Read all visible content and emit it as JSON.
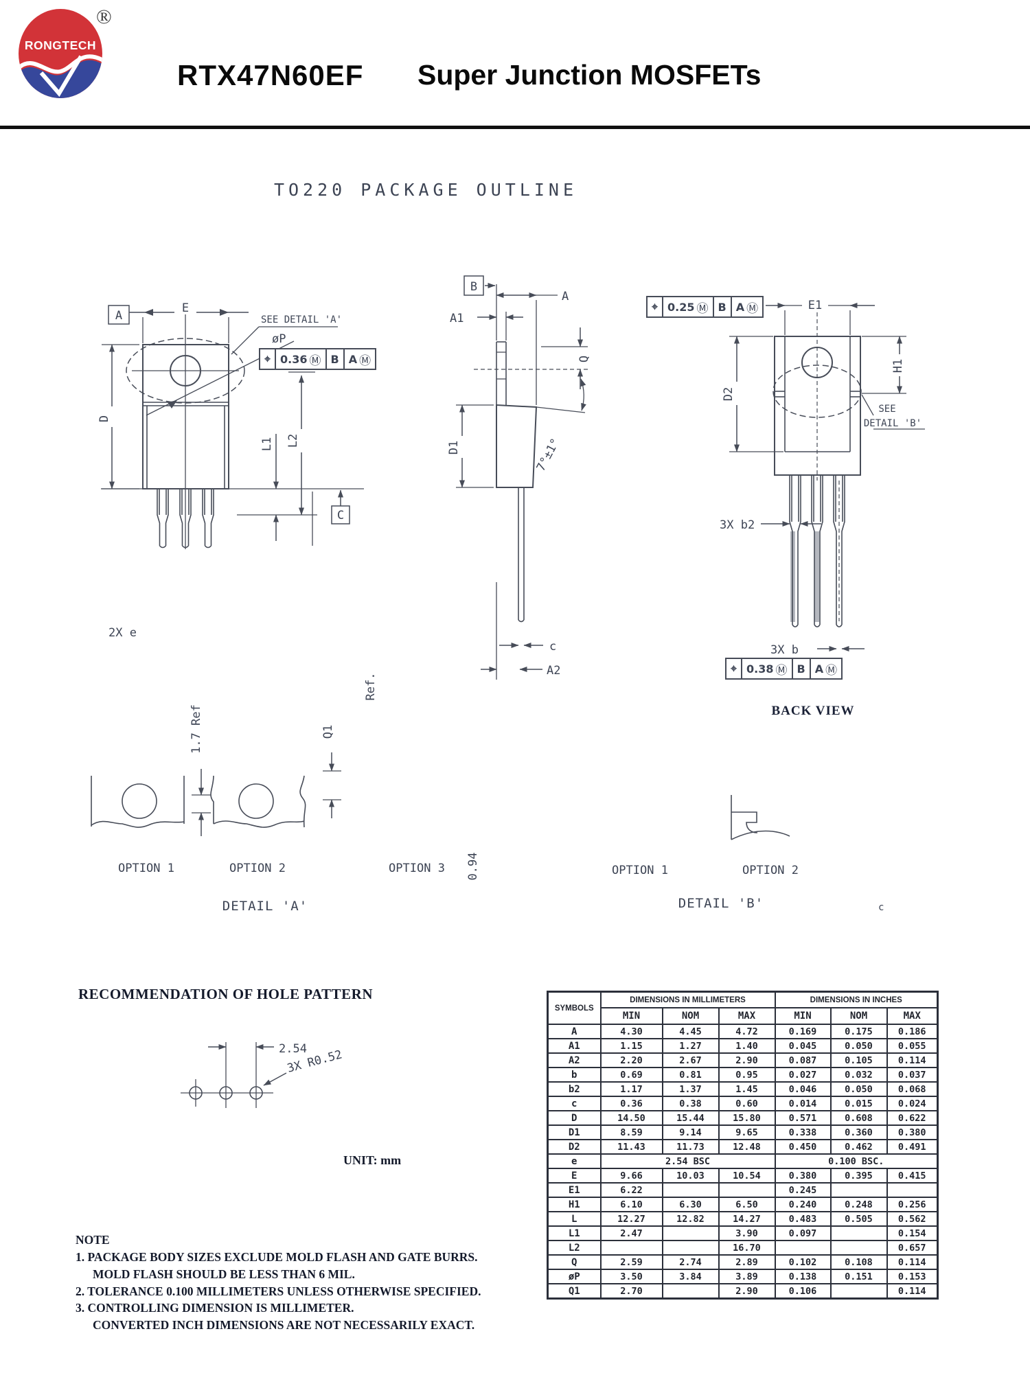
{
  "header": {
    "logo_text": "RONGTECH",
    "registered_mark": "®",
    "part_number": "RTX47N60EF",
    "product_family": "Super Junction MOSFETs"
  },
  "drawing": {
    "title": "TO220 PACKAGE OUTLINE",
    "front_view": {
      "datum_a": "A",
      "dim_e": "E",
      "see_detail_a": "SEE DETAIL 'A'",
      "hole_dia": "øP",
      "fcf_hole": {
        "symbol": "⌖",
        "value": "0.36",
        "modifier": "Ⓜ",
        "datum_1": "B",
        "datum_2": "A",
        "datum_2_mod": "Ⓜ"
      },
      "dim_d": "D",
      "dim_l1": "L1",
      "dim_l2": "L2",
      "datum_c": "C",
      "pitch_label": "2X e"
    },
    "side_view": {
      "datum_b": "B",
      "dim_a": "A",
      "dim_a1": "A1",
      "dim_q": "Q",
      "dim_d1": "D1",
      "lead_angle": "7°±1°",
      "dim_c": "c",
      "dim_a2": "A2"
    },
    "back_view": {
      "fcf_pad": {
        "symbol": "⌖",
        "value": "0.25",
        "modifier": "Ⓜ",
        "datum_1": "B",
        "datum_2": "A",
        "datum_2_mod": "Ⓜ"
      },
      "dim_e1": "E1",
      "dim_d2": "D2",
      "dim_h1": "H1",
      "see_detail_b_1": "SEE",
      "see_detail_b_2": "DETAIL 'B'",
      "dim_b2": "3X b2",
      "dim_b": "3X b",
      "fcf_leads": {
        "symbol": "⌖",
        "value": "0.38",
        "modifier": "Ⓜ",
        "datum_1": "B",
        "datum_2": "A",
        "datum_2_mod": "Ⓜ"
      },
      "caption": "BACK VIEW"
    },
    "detail_a": {
      "option_1": "OPTION 1",
      "option_2": "OPTION 2",
      "option_3": "OPTION 3",
      "caption": "DETAIL 'A'",
      "ref_dim": "1.7 Ref",
      "dim_q1": "Q1",
      "misc_ref": "Ref.",
      "misc_val": "0.94"
    },
    "detail_b": {
      "option_1": "OPTION 1",
      "option_2": "OPTION 2",
      "caption": "DETAIL 'B'",
      "dim_c": "c"
    }
  },
  "hole_pattern": {
    "title": "RECOMMENDATION OF HOLE PATTERN",
    "pitch": "2.54",
    "radius": "3X R0.52",
    "unit": "UNIT: mm"
  },
  "table": {
    "col_symbols": "SYMBOLS",
    "group_mm": "DIMENSIONS IN MILLIMETERS",
    "group_in": "DIMENSIONS IN INCHES",
    "sub_headers": [
      "MIN",
      "NOM",
      "MAX",
      "MIN",
      "NOM",
      "MAX"
    ],
    "rows": [
      {
        "sym": "A",
        "cells": [
          {
            "t": "4.30"
          },
          {
            "t": "4.45"
          },
          {
            "t": "4.72"
          },
          {
            "t": "0.169"
          },
          {
            "t": "0.175"
          },
          {
            "t": "0.186"
          }
        ]
      },
      {
        "sym": "A1",
        "cells": [
          {
            "t": "1.15"
          },
          {
            "t": "1.27"
          },
          {
            "t": "1.40"
          },
          {
            "t": "0.045"
          },
          {
            "t": "0.050"
          },
          {
            "t": "0.055"
          }
        ]
      },
      {
        "sym": "A2",
        "cells": [
          {
            "t": "2.20"
          },
          {
            "t": "2.67"
          },
          {
            "t": "2.90"
          },
          {
            "t": "0.087"
          },
          {
            "t": "0.105"
          },
          {
            "t": "0.114"
          }
        ]
      },
      {
        "sym": "b",
        "cells": [
          {
            "t": "0.69"
          },
          {
            "t": "0.81"
          },
          {
            "t": "0.95"
          },
          {
            "t": "0.027"
          },
          {
            "t": "0.032"
          },
          {
            "t": "0.037"
          }
        ]
      },
      {
        "sym": "b2",
        "cells": [
          {
            "t": "1.17"
          },
          {
            "t": "1.37"
          },
          {
            "t": "1.45"
          },
          {
            "t": "0.046"
          },
          {
            "t": "0.050"
          },
          {
            "t": "0.068"
          }
        ]
      },
      {
        "sym": "c",
        "cells": [
          {
            "t": "0.36"
          },
          {
            "t": "0.38"
          },
          {
            "t": "0.60"
          },
          {
            "t": "0.014"
          },
          {
            "t": "0.015"
          },
          {
            "t": "0.024"
          }
        ]
      },
      {
        "sym": "D",
        "cells": [
          {
            "t": "14.50"
          },
          {
            "t": "15.44"
          },
          {
            "t": "15.80"
          },
          {
            "t": "0.571"
          },
          {
            "t": "0.608"
          },
          {
            "t": "0.622"
          }
        ]
      },
      {
        "sym": "D1",
        "cells": [
          {
            "t": "8.59"
          },
          {
            "t": "9.14"
          },
          {
            "t": "9.65"
          },
          {
            "t": "0.338"
          },
          {
            "t": "0.360"
          },
          {
            "t": "0.380"
          }
        ]
      },
      {
        "sym": "D2",
        "cells": [
          {
            "t": "11.43"
          },
          {
            "t": "11.73"
          },
          {
            "t": "12.48"
          },
          {
            "t": "0.450"
          },
          {
            "t": "0.462"
          },
          {
            "t": "0.491"
          }
        ]
      },
      {
        "sym": "e",
        "cells": [
          {
            "t": "2.54 BSC",
            "span": 3
          },
          {
            "t": "0.100 BSC.",
            "span": 3
          }
        ]
      },
      {
        "sym": "E",
        "cells": [
          {
            "t": "9.66"
          },
          {
            "t": "10.03"
          },
          {
            "t": "10.54"
          },
          {
            "t": "0.380"
          },
          {
            "t": "0.395"
          },
          {
            "t": "0.415"
          }
        ]
      },
      {
        "sym": "E1",
        "cells": [
          {
            "t": "6.22"
          },
          {
            "t": ""
          },
          {
            "t": ""
          },
          {
            "t": "0.245"
          },
          {
            "t": ""
          },
          {
            "t": ""
          }
        ]
      },
      {
        "sym": "H1",
        "cells": [
          {
            "t": "6.10"
          },
          {
            "t": "6.30"
          },
          {
            "t": "6.50"
          },
          {
            "t": "0.240"
          },
          {
            "t": "0.248"
          },
          {
            "t": "0.256"
          }
        ]
      },
      {
        "sym": "L",
        "cells": [
          {
            "t": "12.27"
          },
          {
            "t": "12.82"
          },
          {
            "t": "14.27"
          },
          {
            "t": "0.483"
          },
          {
            "t": "0.505"
          },
          {
            "t": "0.562"
          }
        ]
      },
      {
        "sym": "L1",
        "cells": [
          {
            "t": "2.47"
          },
          {
            "t": ""
          },
          {
            "t": "3.90"
          },
          {
            "t": "0.097"
          },
          {
            "t": ""
          },
          {
            "t": "0.154"
          }
        ]
      },
      {
        "sym": "L2",
        "cells": [
          {
            "t": ""
          },
          {
            "t": ""
          },
          {
            "t": "16.70"
          },
          {
            "t": ""
          },
          {
            "t": ""
          },
          {
            "t": "0.657"
          }
        ]
      },
      {
        "sym": "Q",
        "cells": [
          {
            "t": "2.59"
          },
          {
            "t": "2.74"
          },
          {
            "t": "2.89"
          },
          {
            "t": "0.102"
          },
          {
            "t": "0.108"
          },
          {
            "t": "0.114"
          }
        ]
      },
      {
        "sym": "øP",
        "cells": [
          {
            "t": "3.50"
          },
          {
            "t": "3.84"
          },
          {
            "t": "3.89"
          },
          {
            "t": "0.138"
          },
          {
            "t": "0.151"
          },
          {
            "t": "0.153"
          }
        ]
      },
      {
        "sym": "Q1",
        "cells": [
          {
            "t": "2.70"
          },
          {
            "t": ""
          },
          {
            "t": "2.90"
          },
          {
            "t": "0.106"
          },
          {
            "t": ""
          },
          {
            "t": "0.114"
          }
        ]
      }
    ]
  },
  "notes": {
    "title": "NOTE",
    "lines": [
      "1. PACKAGE BODY SIZES EXCLUDE MOLD FLASH AND GATE BURRS.",
      "MOLD FLASH SHOULD BE LESS THAN 6 MIL.",
      "2. TOLERANCE 0.100 MILLIMETERS UNLESS OTHERWISE SPECIFIED.",
      "3. CONTROLLING DIMENSION IS MILLIMETER.",
      "CONVERTED INCH DIMENSIONS ARE NOT NECESSARILY EXACT."
    ]
  }
}
